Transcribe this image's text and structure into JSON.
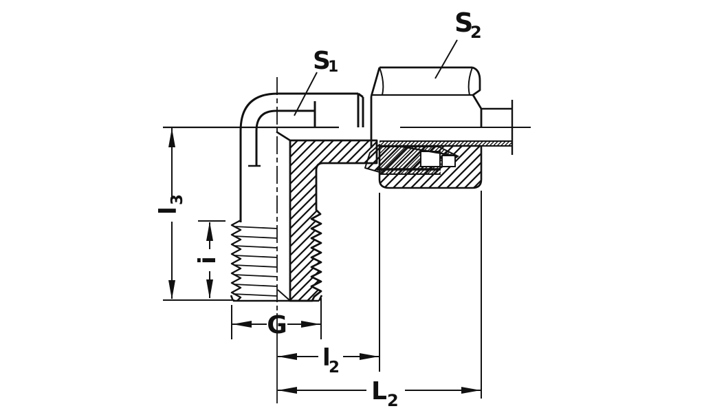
{
  "drawing": {
    "background": "#ffffff",
    "line_color": "#111111",
    "description": "Technical line drawing of a 90-degree elbow compression tube fitting shown in half-section: male threaded stud at bottom left, elbow body, compression nut with cutting ring and tube on the right, with dimension annotations",
    "labels": {
      "s1": {
        "base": "S",
        "sub": "1"
      },
      "s2": {
        "base": "S",
        "sub": "2"
      },
      "l3": {
        "base": "l",
        "sub": "3"
      },
      "i": {
        "base": "i"
      },
      "g": {
        "base": "G"
      },
      "l2": {
        "base": "l",
        "sub": "2"
      },
      "L2": {
        "base": "L",
        "sub": "2"
      }
    }
  }
}
